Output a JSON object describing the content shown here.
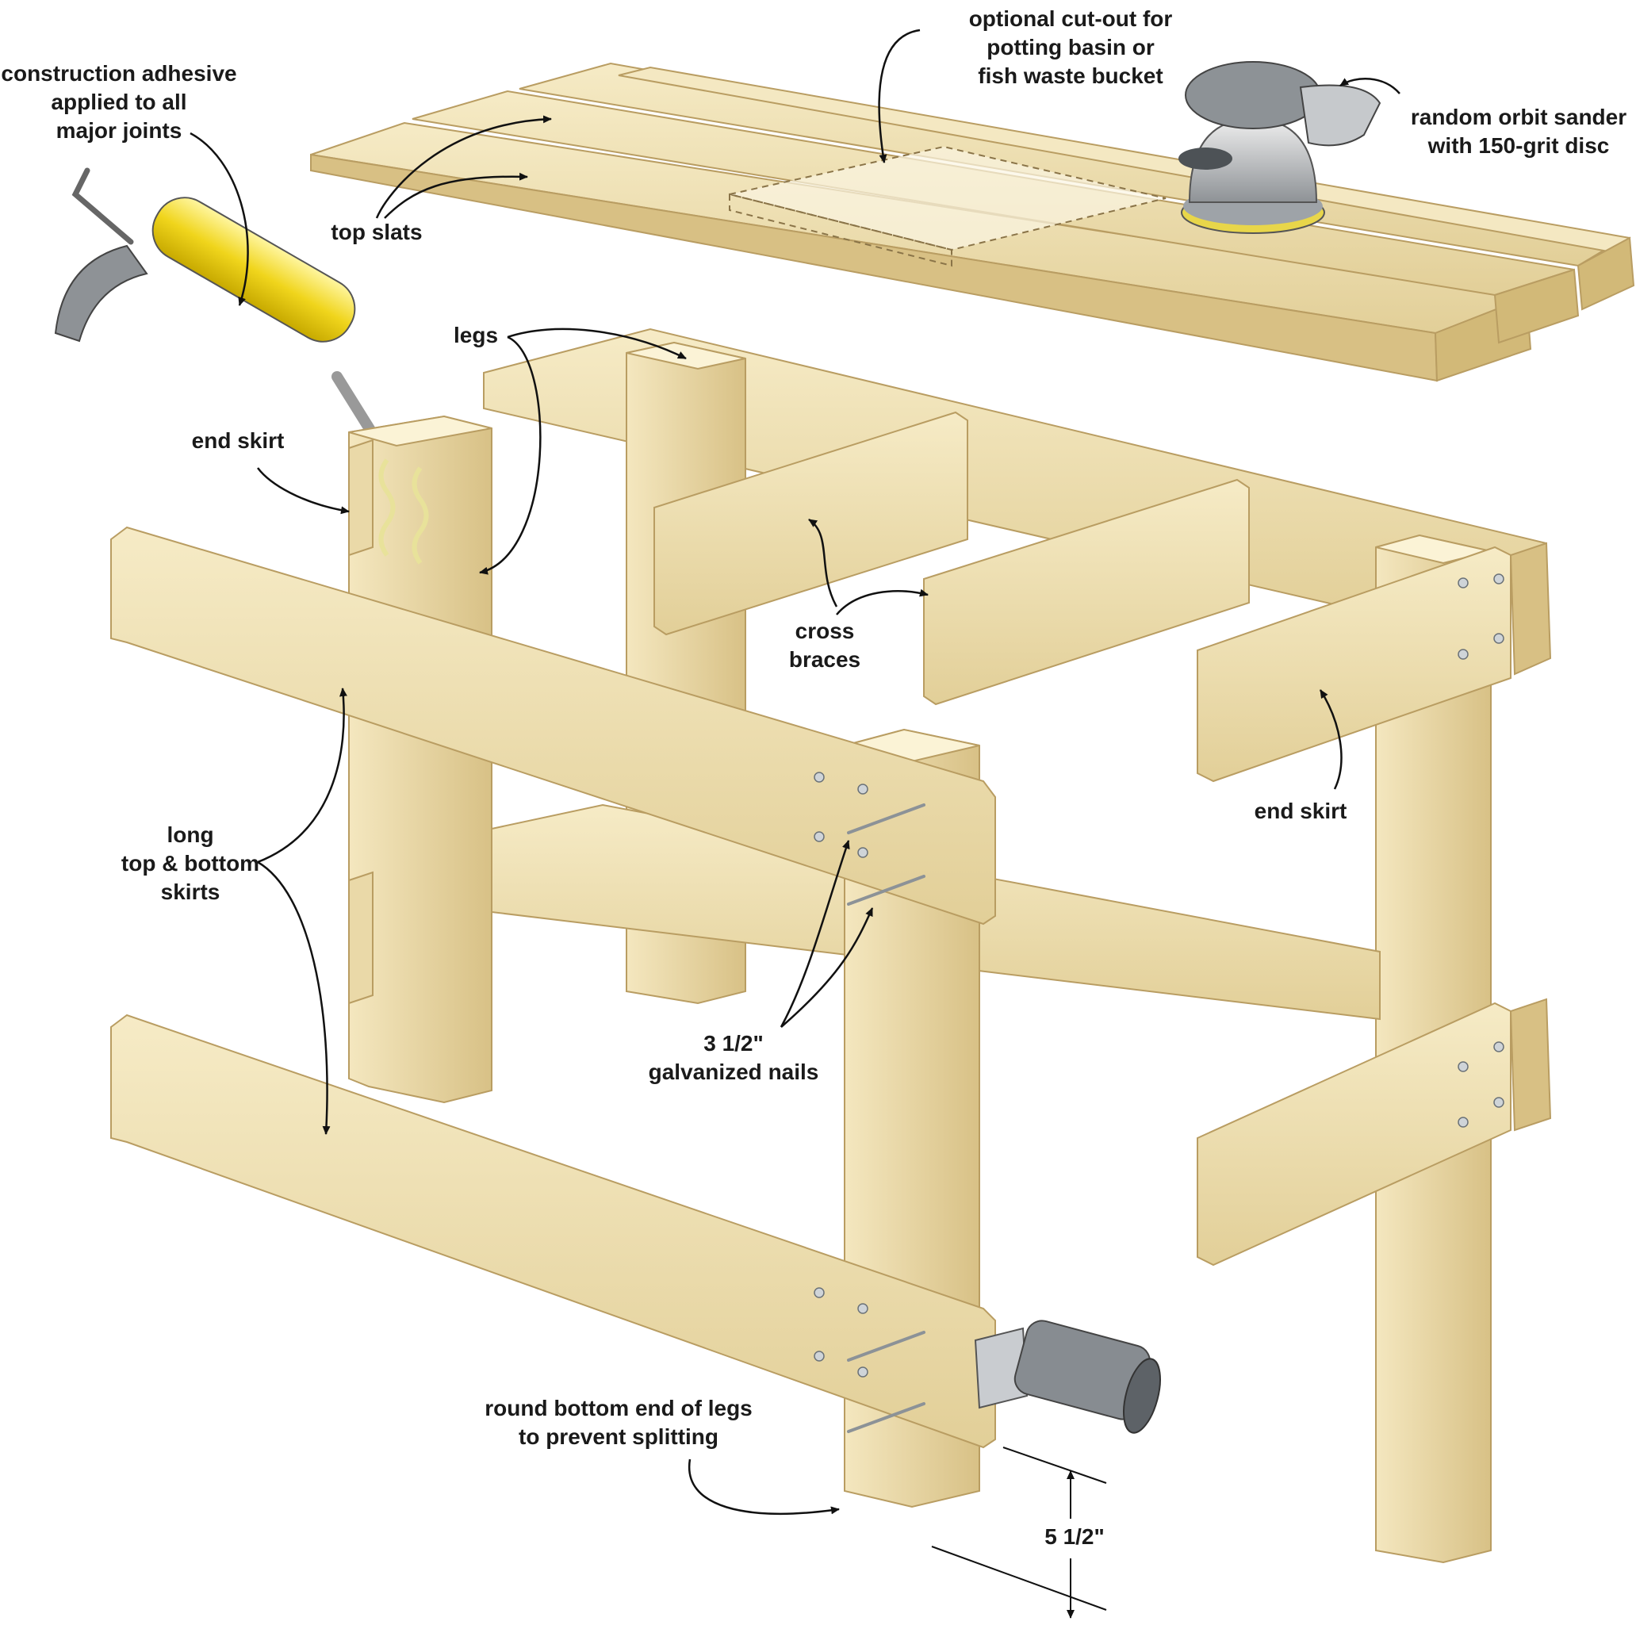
{
  "labels": {
    "adhesive": [
      "construction adhesive",
      "applied to all",
      "major joints"
    ],
    "cutout": [
      "optional cut-out for",
      "potting basin or",
      "fish waste bucket"
    ],
    "sander": [
      "random orbit sander",
      "with 150-grit disc"
    ],
    "top_slats": "top slats",
    "legs": "legs",
    "end_skirt_left": "end skirt",
    "end_skirt_right": "end skirt",
    "cross_braces": [
      "cross",
      "braces"
    ],
    "long_skirts": [
      "long",
      "top & bottom",
      "skirts"
    ],
    "nails": [
      "3 1/2\"",
      "galvanized nails"
    ],
    "round_legs": [
      "round bottom end of legs",
      "to prevent splitting"
    ],
    "dimension": "5 1/2\""
  },
  "colors": {
    "wood_light": "#f3e6be",
    "wood_mid": "#e6d3a0",
    "wood_dark": "#cdb57a",
    "edge": "#b99d62",
    "line": "#111111",
    "adhesive_yellow": "#f4dd2a",
    "metal": "#b9bcbf"
  }
}
